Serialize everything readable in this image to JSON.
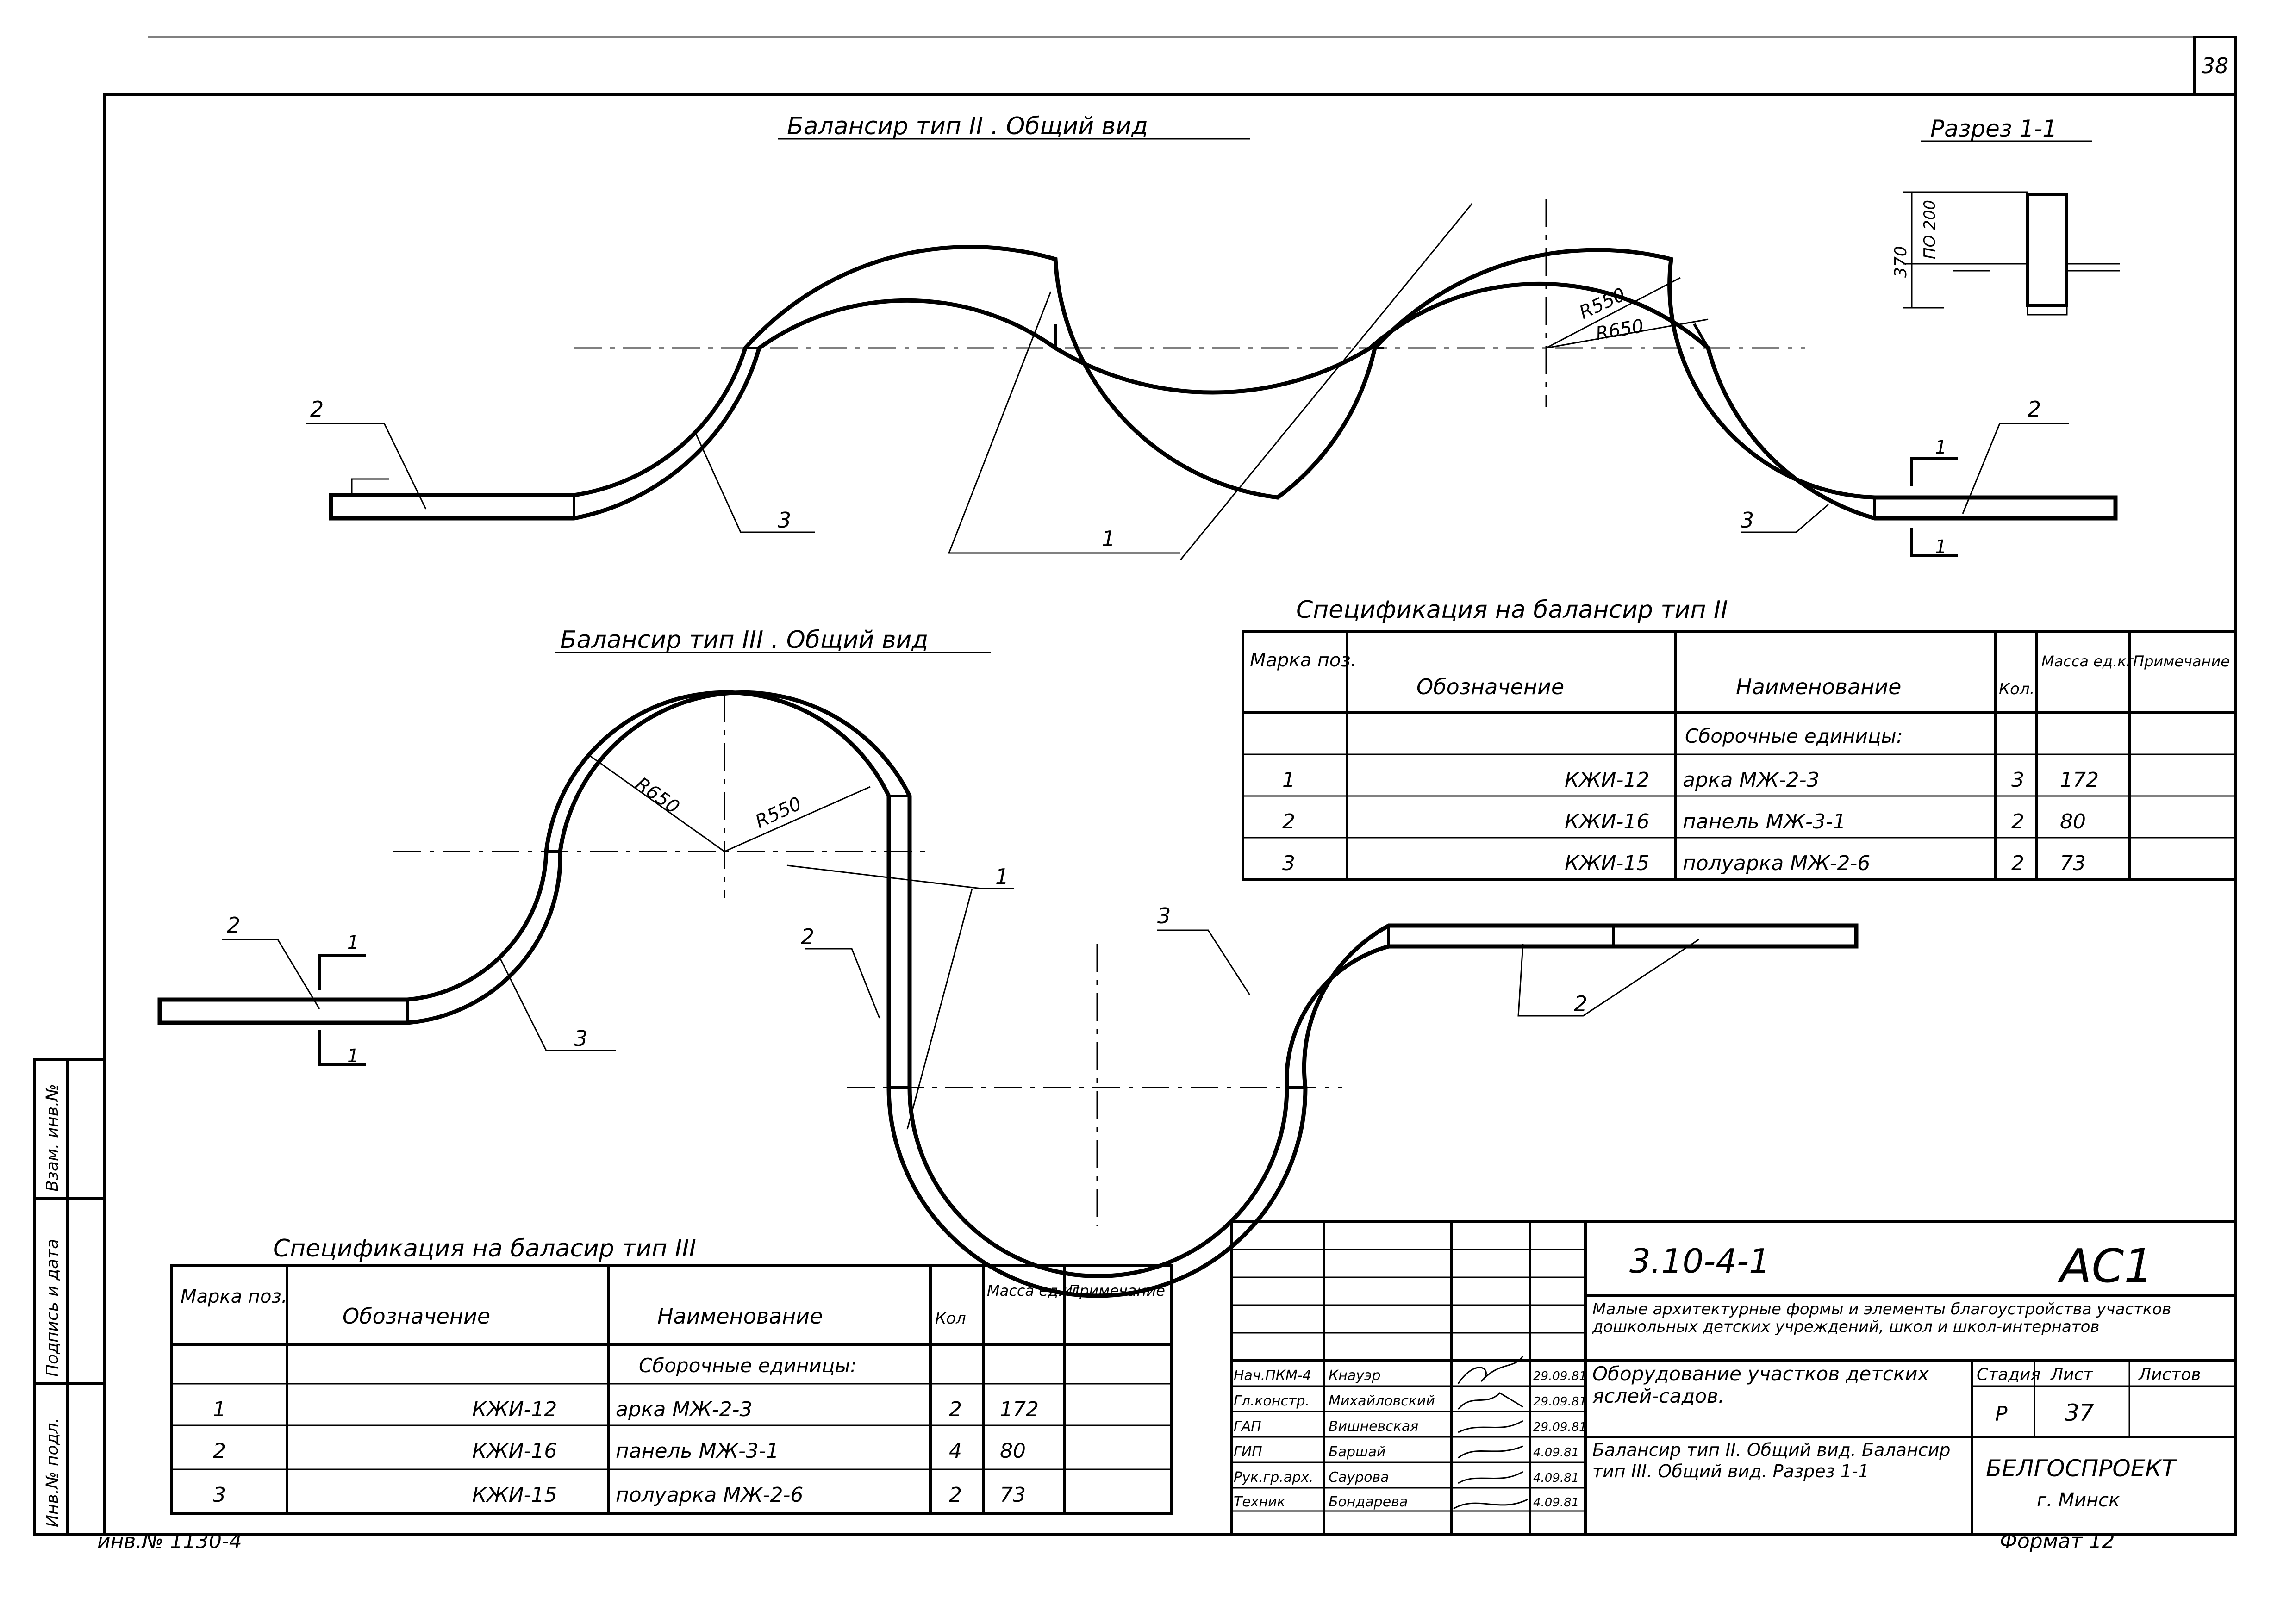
{
  "sheet": {
    "page_number": "38",
    "inventory": "инв.№ 1130-4",
    "format": "Формат 12",
    "side_stamp": [
      "Взам. инв.№",
      "Подпись и дата",
      "Инв.№ подл."
    ]
  },
  "views": {
    "type2_title": "Балансир тип II . Общий вид",
    "type3_title": "Балансир тип III . Общий вид",
    "section_title": "Разрез 1-1",
    "r550": "R550",
    "r650": "R650",
    "sec_370": "370",
    "sec_200": "ПО 200",
    "cut_mark": "1",
    "pos1": "1",
    "pos2": "2",
    "pos3": "3"
  },
  "spec2": {
    "title": "Спецификация на балансир тип II",
    "headers": [
      "Марка поз.",
      "Обозначение",
      "Наименование",
      "Кол.",
      "Масса ед.кг",
      "Примечание"
    ],
    "group": "Сборочные единицы:",
    "rows": [
      [
        "1",
        "КЖИ-12",
        "арка МЖ-2-3",
        "3",
        "172",
        ""
      ],
      [
        "2",
        "КЖИ-16",
        "панель МЖ-3-1",
        "2",
        "80",
        ""
      ],
      [
        "3",
        "КЖИ-15",
        "полуарка МЖ-2-6",
        "2",
        "73",
        ""
      ]
    ]
  },
  "spec3": {
    "title": "Спецификация на баласир тип III",
    "headers": [
      "Марка поз.",
      "Обозначение",
      "Наименование",
      "Кол",
      "Масса ед.кг",
      "Примечание"
    ],
    "group": "Сборочные единицы:",
    "rows": [
      [
        "1",
        "КЖИ-12",
        "арка МЖ-2-3",
        "2",
        "172",
        ""
      ],
      [
        "2",
        "КЖИ-16",
        "панель МЖ-3-1",
        "4",
        "80",
        ""
      ],
      [
        "3",
        "КЖИ-15",
        "полуарка МЖ-2-6",
        "2",
        "73",
        ""
      ]
    ]
  },
  "title_block": {
    "code": "3.10-4-1",
    "sheet_mark": "АС1",
    "project": "Малые архитектурные формы и элементы благоустройства участков дошкольных детских учреждений, школ и школ-интернатов",
    "object": "Оборудование участков детских яслей-садов.",
    "drawing": "Балансир тип II. Общий вид. Балансир тип III. Общий вид. Разрез 1-1",
    "stage_label": "Стадия",
    "sheet_label": "Лист",
    "sheets_label": "Листов",
    "stage": "Р",
    "sheet": "37",
    "org": "БЕЛГОСПРОЕКТ",
    "city": "г. Минск",
    "staff": [
      {
        "role": "Нач.ПКМ-4",
        "name": "Кнауэр",
        "date": "29.09.81"
      },
      {
        "role": "Гл.констр.",
        "name": "Михайловский",
        "date": "29.09.81"
      },
      {
        "role": "ГАП",
        "name": "Вишневская",
        "date": "29.09.81"
      },
      {
        "role": "ГИП",
        "name": "Баршай",
        "date": "4.09.81"
      },
      {
        "role": "Рук.гр.арх.",
        "name": "Саурова",
        "date": "4.09.81"
      },
      {
        "role": "Техник",
        "name": "Бондарева",
        "date": "4.09.81"
      }
    ]
  }
}
